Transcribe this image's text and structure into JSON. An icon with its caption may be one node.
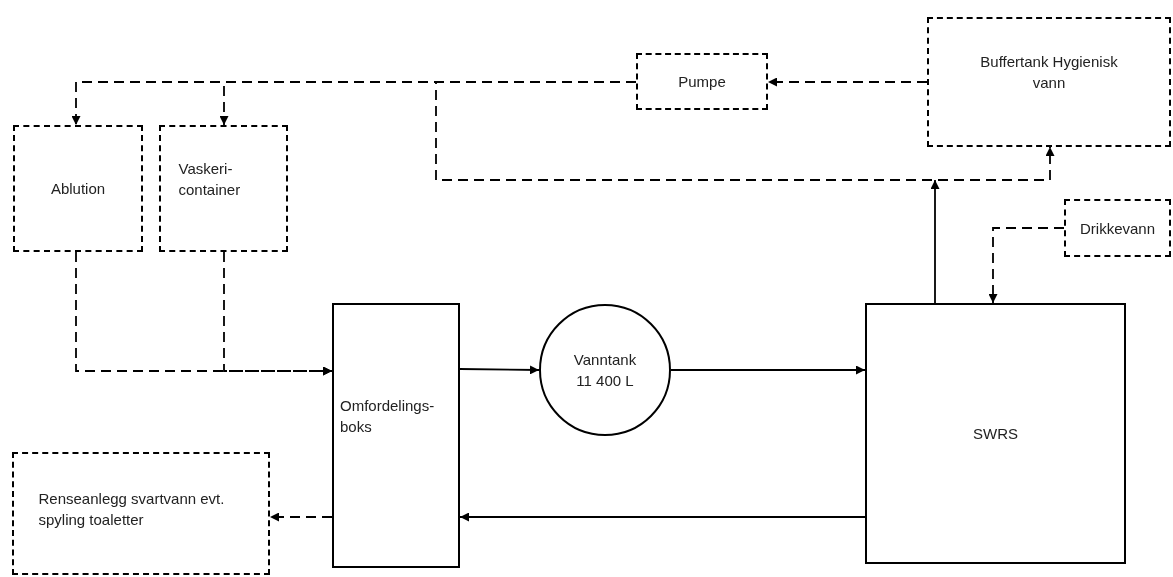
{
  "diagram": {
    "nodes": [
      {
        "text": [
          "Ablution"
        ]
      },
      {
        "text": [
          "Vaskeri- container"
        ]
      },
      {
        "text": [
          "Pumpe"
        ]
      },
      {
        "text": [
          "Buffertank Hygienisk vann"
        ]
      },
      {
        "text": [
          "Drikkevann"
        ]
      },
      {
        "text": [
          "Omfordelings- boks"
        ]
      },
      {
        "text": [
          "Vanntank 11 400 L"
        ]
      },
      {
        "text": [
          "SWRS"
        ]
      },
      {
        "text": [
          "Renseanlegg svartvann evt. spyling toaletter"
        ]
      }
    ],
    "edges": [
      {
        "from": 3,
        "to": 2,
        "arrow": "to",
        "style": "dashed"
      },
      {
        "from": 2,
        "to": 0,
        "arrow": "to",
        "style": "dashed"
      },
      {
        "from": 2,
        "to": 1,
        "arrow": "to",
        "style": "dashed"
      },
      {
        "from": 2,
        "to": 3,
        "arrow": "to",
        "style": "dashed"
      },
      {
        "from": 7,
        "to": 3,
        "arrow": "to"
      },
      {
        "from": 4,
        "to": 7,
        "arrow": "to",
        "style": "dashed"
      },
      {
        "from": 0,
        "to": 5,
        "arrow": "to",
        "style": "dashed"
      },
      {
        "from": 1,
        "to": 5,
        "arrow": "to",
        "style": "dashed"
      },
      {
        "from": 5,
        "to": 6,
        "arrow": "to"
      },
      {
        "from": 6,
        "to": 7,
        "arrow": "to"
      },
      {
        "from": 7,
        "to": 5,
        "arrow": "to"
      },
      {
        "from": 5,
        "to": 8,
        "arrow": "to",
        "style": "dashed"
      }
    ]
  }
}
